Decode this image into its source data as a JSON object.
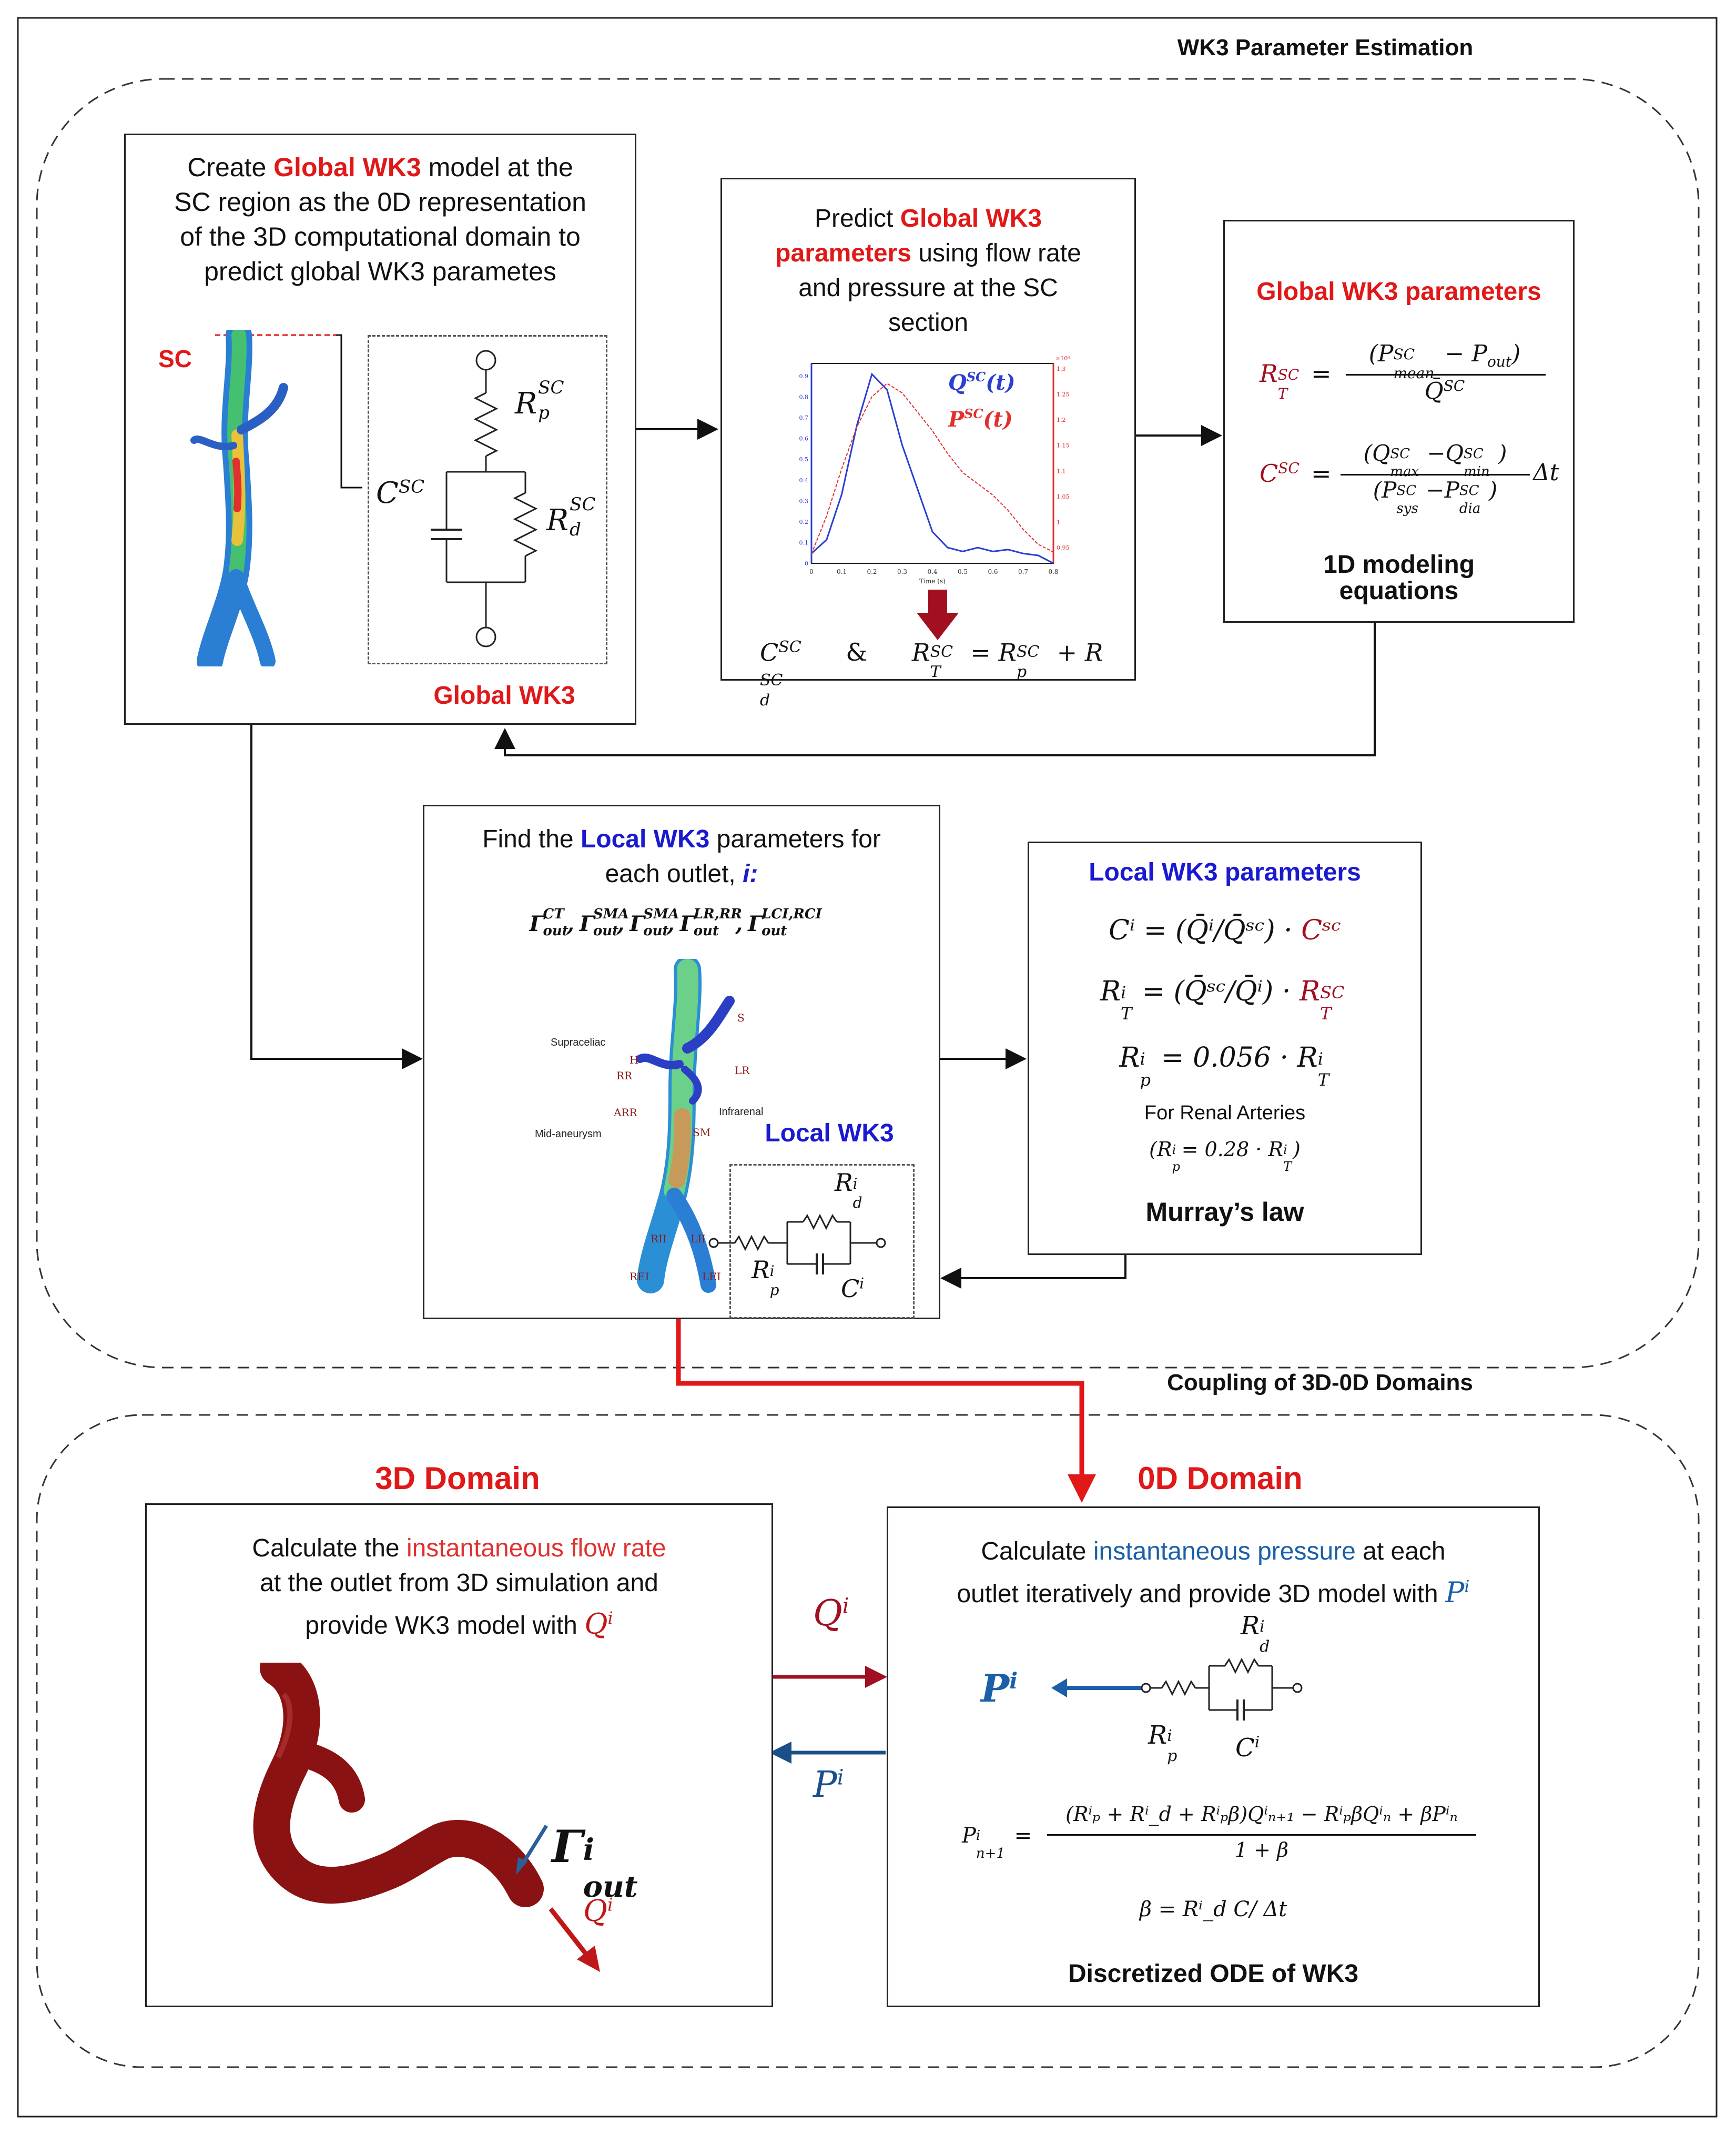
{
  "sections": {
    "wk3_estimation_title": "WK3 Parameter Estimation",
    "coupling_title": "Coupling of 3D-0D Domains"
  },
  "global_box": {
    "line1_pre": "Create ",
    "line1_hl": "Global WK3",
    "line1_post": " model at the",
    "line2": "SC region as the 0D representation",
    "line3": "of the 3D computational domain to",
    "line4": "predict global WK3 parametes",
    "sc_label": "SC",
    "footer": "Global WK3",
    "c_label": "C",
    "c_sup": "SC",
    "rp_label": "R",
    "rp_sub": "p",
    "rp_sup": "SC",
    "rd_label": "R",
    "rd_sub": "d",
    "rd_sup": "SC"
  },
  "predict_box": {
    "line1_pre": "Predict ",
    "line1_hl": "Global WK3",
    "line2_hl": "parameters",
    "line2_post": " using flow rate",
    "line3": "and pressure at the SC",
    "line4": "section",
    "q_legend": "Q",
    "q_legend_sup": "SC",
    "q_legend_post": "(t)",
    "p_legend": "P",
    "p_legend_sup": "SC",
    "p_legend_post": "(t)",
    "x_axis_title": "Time (s)",
    "x_ticks": [
      "0",
      "0.1",
      "0.2",
      "0.3",
      "0.4",
      "0.5",
      "0.6",
      "0.7",
      "0.8"
    ],
    "left_ticks": [
      "0.9",
      "0.8",
      "0.7",
      "0.6",
      "0.5",
      "0.4",
      "0.3",
      "0.2",
      "0.1",
      "0"
    ],
    "right_ticks": [
      "1.3",
      "1.25",
      "1.2",
      "1.15",
      "1.1",
      "1.05",
      "1",
      "0.95"
    ],
    "right_exp": "×10⁴",
    "bottom_c": "C",
    "bottom_c_sup": "SC",
    "bottom_amp": "&",
    "bottom_rt": "R",
    "bottom_rt_sub": "T",
    "bottom_rt_sup": "SC",
    "bottom_eq": "= R",
    "bottom_rp_sub": "p",
    "bottom_rp_sup": "SC",
    "bottom_plus": "+ R",
    "bottom_rd_sub": "d",
    "bottom_rd_sup": "SC",
    "colors": {
      "flow": "#2b3fd1",
      "pressure": "#e03030",
      "arrow": "#a0101e"
    }
  },
  "global_params_box": {
    "title": "Global WK3 parameters",
    "eq1_lhs": "R",
    "eq1_lhs_sub": "T",
    "eq1_lhs_sup": "SC",
    "eq1_num": "(P",
    "eq1_num_sup": "SC",
    "eq1_num_sub": "mean",
    "eq1_num_mid": " − P",
    "eq1_num_sub2": "out",
    "eq1_num_end": ")",
    "eq1_den": "Q̄",
    "eq1_den_sup": "SC",
    "eq2_lhs": "C",
    "eq2_lhs_sup": "SC",
    "eq2_num": "(Q",
    "eq2_num_sup": "SC",
    "eq2_num_sub": "max",
    "eq2_num_mid": "−Q",
    "eq2_num_sup2": "SC",
    "eq2_num_sub2": "min",
    "eq2_num_end": ")",
    "eq2_den": "(P",
    "eq2_den_sup": "SC",
    "eq2_den_sub": "sys",
    "eq2_den_mid": "−P",
    "eq2_den_sup2": "SC",
    "eq2_den_sub2": "dia",
    "eq2_den_end": ")",
    "eq2_tail": "Δt",
    "eq_sign": "=",
    "footer1": "1D modeling",
    "footer2": "equations"
  },
  "local_box": {
    "line1_pre": "Find the ",
    "line1_hl": "Local WK3",
    "line1_post": " parameters for",
    "line2_pre": "each outlet, ",
    "line2_hl": "i:",
    "gammas": [
      {
        "sup": "CT"
      },
      {
        "sup": "SMA"
      },
      {
        "sup": "SMA"
      },
      {
        "sup": "LR,RR"
      },
      {
        "sup": "LCI,RCI"
      }
    ],
    "gamma_symbol": "Γ",
    "gamma_sub": "out",
    "anatomy_labels": [
      "Supraceliac",
      "H",
      "RR",
      "ARR",
      "Mid-aneurysm",
      "LR",
      "Infrarenal",
      "SM",
      "S",
      "RII",
      "LII",
      "REI",
      "LEI"
    ],
    "local_wk3_label": "Local WK3",
    "rd_label": "R",
    "rd_sub": "d",
    "rd_sup": "i",
    "rp_label": "R",
    "rp_sub": "p",
    "rp_sup": "i",
    "c_label": "C",
    "c_sup": "i"
  },
  "local_params_box": {
    "title": "Local WK3 parameters",
    "eq1": "Cⁱ = (Q̄ⁱ/Q̄ˢᶜ) ·",
    "eq1_tail": "Cˢᶜ",
    "eq2_lhs": "R",
    "eq2_lhs_sub": "T",
    "eq2_lhs_sup": "i",
    "eq2_mid": "= (Q̄ˢᶜ/Q̄ⁱ) ·",
    "eq2_tail": "R",
    "eq2_tail_sub": "T",
    "eq2_tail_sup": "SC",
    "eq3_lhs": "R",
    "eq3_lhs_sub": "p",
    "eq3_lhs_sup": "i",
    "eq3_mid": "= 0.056 · R",
    "eq3_tail_sub": "T",
    "eq3_tail_sup": "i",
    "renal_note": "For Renal Arteries",
    "renal_eq": "(R",
    "renal_eq_sub": "p",
    "renal_eq_sup": "i",
    "renal_eq_mid": "= 0.28 · R",
    "renal_eq_sub2": "T",
    "renal_eq_sup2": "i",
    "renal_eq_end": ")",
    "footer": "Murray’s law"
  },
  "domain3d": {
    "title": "3D Domain",
    "line1_pre": "Calculate the ",
    "line1_hl": "instantaneous flow rate",
    "line2": "at the outlet from 3D simulation and",
    "line3_pre": "provide WK3 model with ",
    "q_symbol": "Q",
    "q_sup": "i",
    "gamma_symbol": "Γ",
    "gamma_sub": "out",
    "gamma_sup": "i",
    "colors": {
      "vessel": "#8a1212",
      "hl": "#e03030",
      "q": "#c01818"
    }
  },
  "domain0d": {
    "title": "0D Domain",
    "line1_pre": "Calculate ",
    "line1_hl": "instantaneous pressure",
    "line1_post": " at each",
    "line2": "outlet iteratively and provide 3D model with ",
    "p_symbol": "P",
    "p_sup": "i",
    "rd_label": "R",
    "rd_sub": "d",
    "rd_sup": "i",
    "rp_label": "R",
    "rp_sub": "p",
    "rp_sup": "i",
    "c_label": "C",
    "c_sup": "i",
    "ode_lhs": "P",
    "ode_lhs_sub": "n+1",
    "ode_lhs_sup": "i",
    "ode_num": "(Rⁱₚ + Rⁱ_d + Rⁱₚβ)Qⁱₙ₊₁ − RⁱₚβQⁱₙ + βPⁱₙ",
    "ode_den": "1 + β",
    "beta_eq": "β = Rⁱ_d C/ Δt",
    "footer": "Discretized ODE of WK3",
    "colors": {
      "pressure": "#1a5fa8"
    }
  },
  "coupling": {
    "q_label": "Q",
    "q_sup": "i",
    "p_label": "P",
    "p_sup": "i",
    "colors": {
      "q_arrow": "#a01020",
      "p_arrow": "#1a4f8a",
      "link": "#e01818"
    }
  }
}
